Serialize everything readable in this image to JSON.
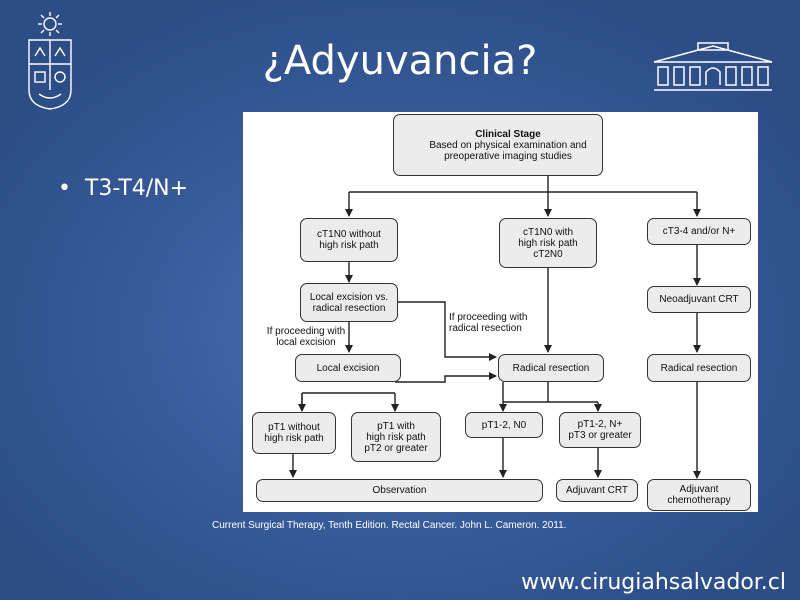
{
  "slide": {
    "title": "¿Adyuvancia?",
    "bullet": "T3-T4/N+",
    "citation": "Current Surgical Therapy, Tenth Edition. Rectal Cancer. John L. Cameron. 2011.",
    "url": "www.cirugiahsalvador.cl"
  },
  "flowchart": {
    "clinical_stage": {
      "title": "Clinical Stage",
      "line1": "Based on physical examination and",
      "line2": "preoperative imaging studies"
    },
    "left_branch": {
      "stage": [
        "cT1N0 without",
        "high risk path"
      ],
      "decision": [
        "Local excision vs.",
        "radical resection"
      ],
      "note": [
        "If proceeding with",
        "local excision"
      ],
      "local_excision": "Local excision",
      "pt1_low": [
        "pT1 without",
        "high risk path"
      ],
      "pt1_high": [
        "pT1 with",
        "high risk path",
        "pT2 or greater"
      ],
      "observation": "Observation"
    },
    "middle_branch": {
      "stage": [
        "cT1N0 with",
        "high risk path",
        "cT2N0"
      ],
      "note": [
        "If proceeding with",
        "radical resection"
      ],
      "radical": "Radical resection",
      "pt12_n0": "pT1-2, N0",
      "pt12_np": [
        "pT1-2, N+",
        "pT3 or greater"
      ],
      "adjuvant_crt": "Adjuvant CRT"
    },
    "right_branch": {
      "stage": "cT3-4 and/or N+",
      "neoadjuvant": "Neoadjuvant CRT",
      "radical": "Radical resection",
      "adjuvant_chemo": [
        "Adjuvant",
        "chemotherapy"
      ]
    }
  },
  "colors": {
    "background": "#3a5f9e",
    "box_fill": "#ececec",
    "line": "#333333",
    "text_light": "#ffffff"
  },
  "icons": {
    "left_logo": "university-seal-icon",
    "right_logo": "hospital-building-icon"
  }
}
